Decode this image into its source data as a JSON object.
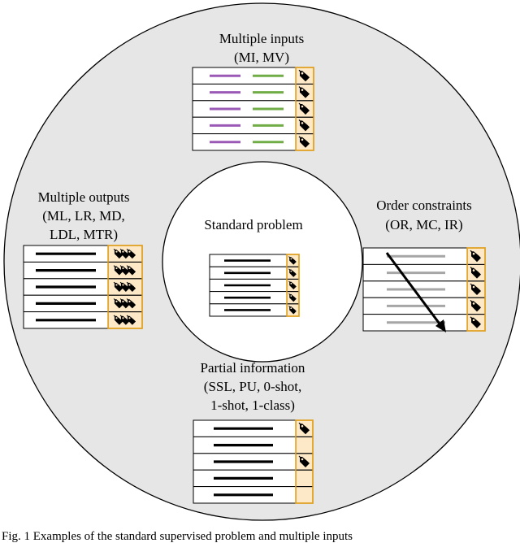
{
  "colors": {
    "outer_fill": "#e6e6e6",
    "inner_fill": "#ffffff",
    "tag_fill": "#fde9c8",
    "tag_border": "#e0a020",
    "purple_line": "#9b59b6",
    "green_line": "#70ad47",
    "black_line": "#000000",
    "gray_line": "#a6a6a6"
  },
  "sections": {
    "center": {
      "label": "Standard problem",
      "icon": "tag-icon"
    },
    "top": {
      "label_line1": "Multiple inputs",
      "label_line2": "(MI, MV)",
      "icon": "tag-icon"
    },
    "left": {
      "label_line1": "Multiple outputs",
      "label_line2": "(ML, LR, MD,",
      "label_line3": "LDL, MTR)",
      "icon": "multi-tag-icon"
    },
    "right": {
      "label_line1": "Order constraints",
      "label_line2": "(OR, MC, IR)",
      "icon": "tag-icon"
    },
    "bottom": {
      "label_line1": "Partial information",
      "label_line2": "(SSL, PU, 0-shot,",
      "label_line3": "1-shot, 1-class)",
      "tagged_rows": [
        1,
        3
      ],
      "icon": "tag-icon"
    }
  },
  "caption": "Fig. 1  Examples of the standard supervised problem and multiple inputs"
}
